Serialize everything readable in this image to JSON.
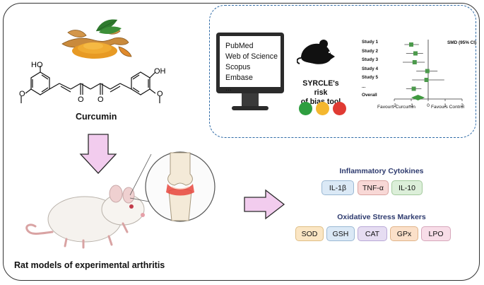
{
  "compound": {
    "name": "Curcumin",
    "substituents": {
      "hydroxyl": "HO",
      "hydroxyl_right": "OH"
    }
  },
  "model": {
    "caption": "Rat models of experimental arthritis"
  },
  "review": {
    "databases": [
      "PubMed",
      "Web of Science",
      "Scopus",
      "Embase",
      "..."
    ],
    "risk_tool": {
      "line1": "SYRCLE's risk",
      "line2": "of bias tool"
    },
    "traffic_lights": {
      "low": "#2e9e3f",
      "unclear": "#f4b72f",
      "high": "#e03a33"
    }
  },
  "forest_plot": {
    "header": "SMD (95% CI)",
    "studies": [
      {
        "label": "Study 1",
        "estimate": -1.0,
        "ci": [
          -1.4,
          -0.55
        ]
      },
      {
        "label": "Study 2",
        "estimate": -0.75,
        "ci": [
          -1.3,
          -0.3
        ]
      },
      {
        "label": "Study 3",
        "estimate": -0.8,
        "ci": [
          -1.5,
          -0.2
        ]
      },
      {
        "label": "Study 4",
        "estimate": -0.05,
        "ci": [
          -0.7,
          0.55
        ]
      },
      {
        "label": "Study 5",
        "estimate": -0.1,
        "ci": [
          -0.95,
          0.95
        ]
      },
      {
        "label": "...",
        "estimate": -0.85,
        "ci": [
          -1.3,
          -0.4
        ]
      }
    ],
    "overall": {
      "label": "Overall",
      "estimate": -0.6,
      "ci": [
        -1.0,
        -0.2
      ]
    },
    "ticks": [
      "-2",
      "-1",
      "0",
      "1",
      "2"
    ],
    "favours_left": "Favours Curcumin",
    "favours_right": "Favours Control",
    "colors": {
      "marker": "#4c9a4c",
      "diamond": "#3f9a3f"
    }
  },
  "cytokines": {
    "title": "Inflammatory Cytokines",
    "markers": [
      "IL-1β",
      "TNF-α",
      "IL-10"
    ]
  },
  "oxidative": {
    "title": "Oxidative Stress Markers",
    "markers": [
      "SOD",
      "GSH",
      "CAT",
      "GPx",
      "LPO"
    ]
  },
  "colors": {
    "arrow_fill": "#f2ccee",
    "arrow_stroke": "#2a2a2a",
    "review_border": "#2e6aa6"
  }
}
